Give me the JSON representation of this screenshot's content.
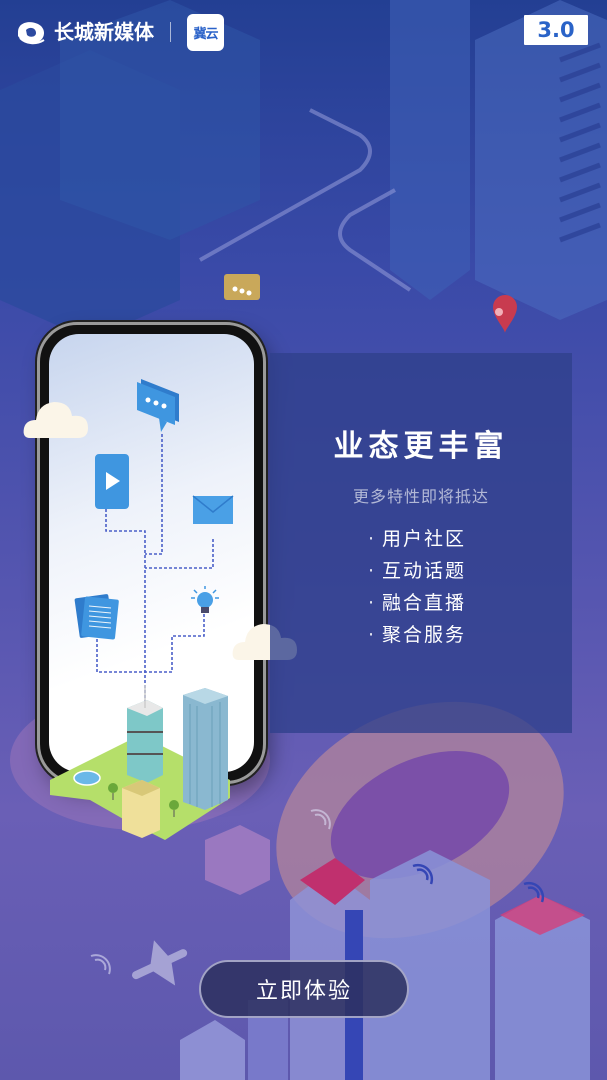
{
  "header": {
    "brand_name": "长城新媒体",
    "app_badge_text": "冀云",
    "version": "3.0"
  },
  "card": {
    "title": "业态更丰富",
    "subtitle": "更多特性即将抵达",
    "bullet": "·",
    "features": [
      "用户社区",
      "互动话题",
      "融合直播",
      "聚合服务"
    ]
  },
  "illustration": {
    "icons": [
      "chat-bubble-icon",
      "video-play-icon",
      "mail-icon",
      "document-icon",
      "lightbulb-icon"
    ],
    "colors": {
      "icon_blue": "#3f96e0",
      "line_dash": "#4a5fc8",
      "grass": "#b5df6a"
    }
  },
  "cta": {
    "label": "立即体验"
  },
  "colors": {
    "bg_top": "#233f93",
    "bg_bottom": "#5d58ad",
    "card_bg": "#30408c",
    "version_text": "#2a63c8",
    "accent_pink": "#d4407a"
  }
}
